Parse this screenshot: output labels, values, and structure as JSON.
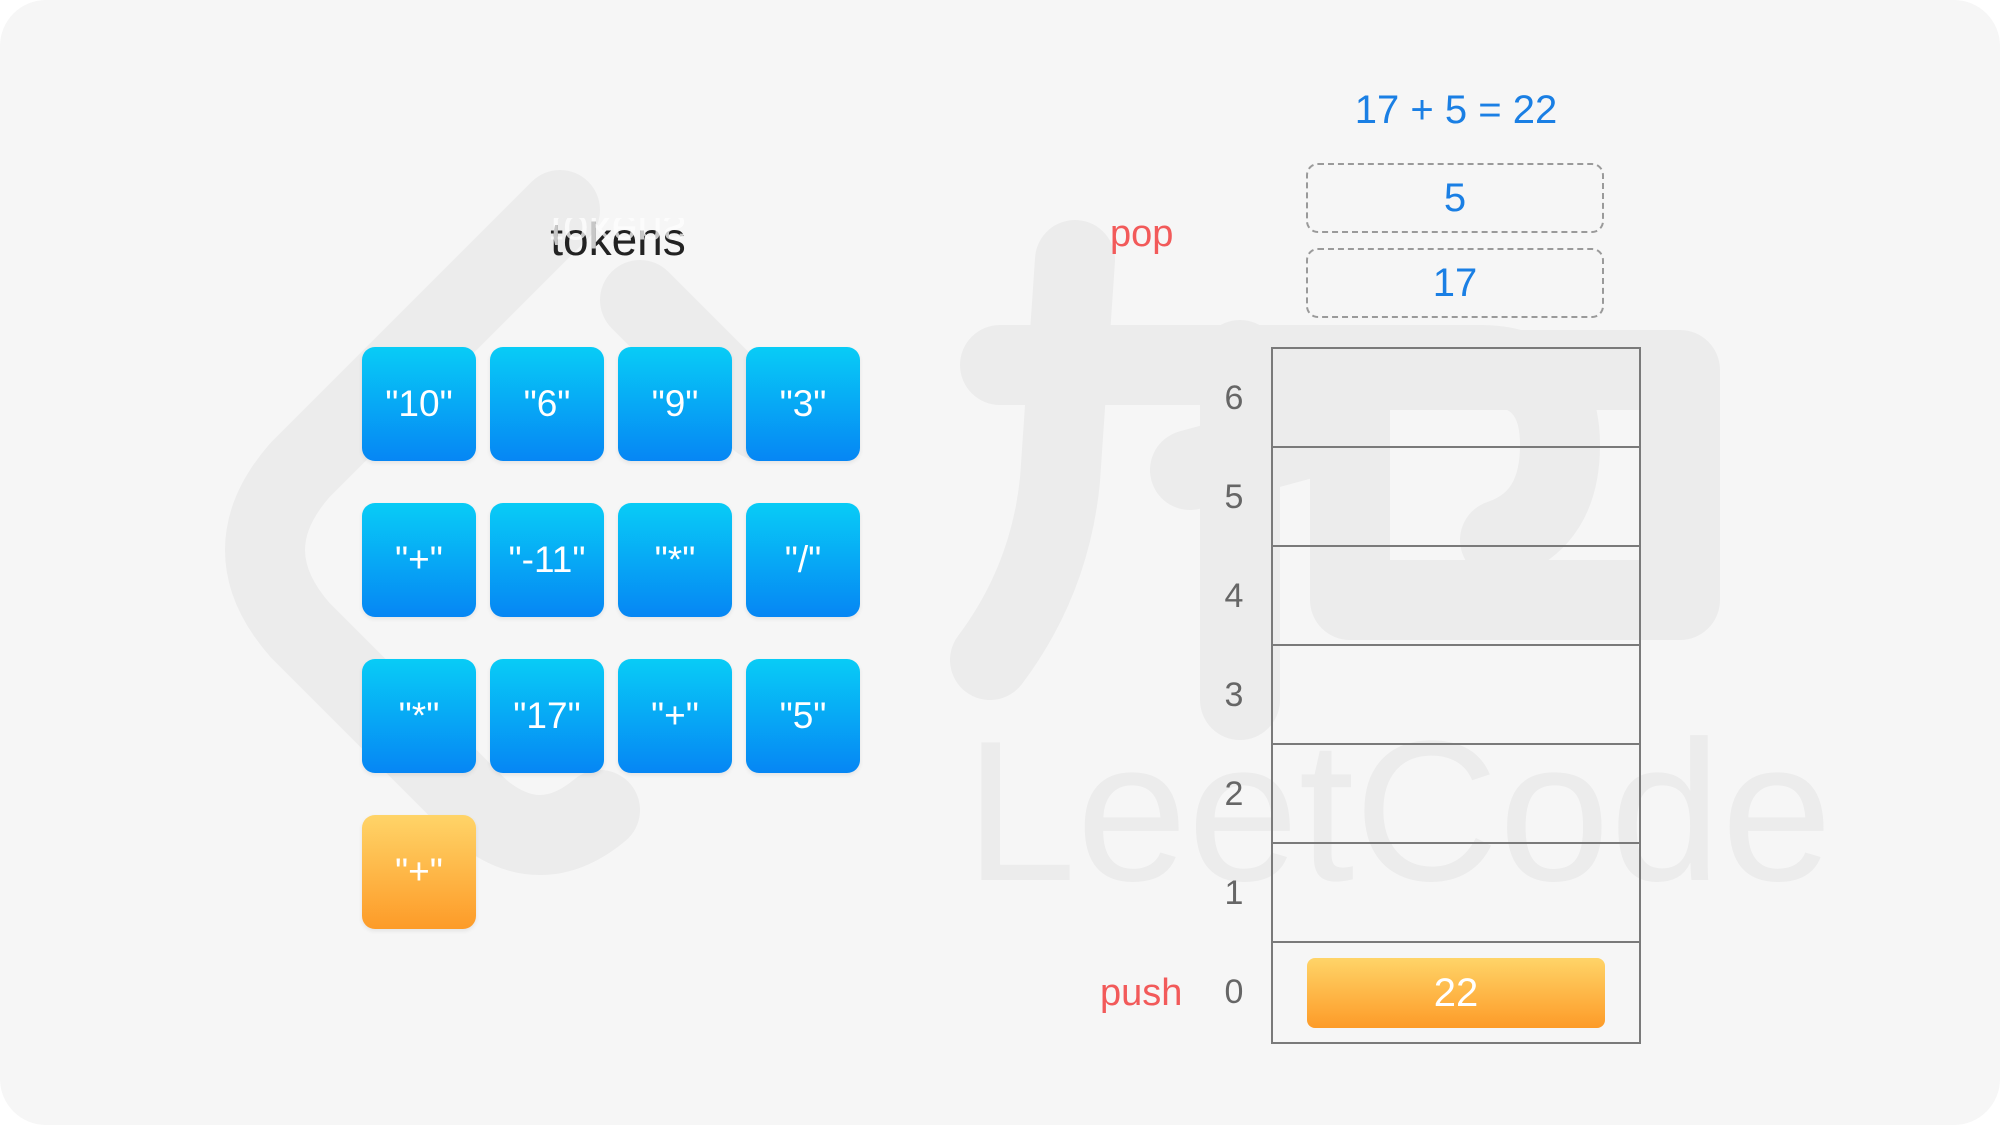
{
  "tokens": {
    "title": "tokens",
    "items": [
      {
        "label": "\"10\"",
        "color": "blue"
      },
      {
        "label": "\"6\"",
        "color": "blue"
      },
      {
        "label": "\"9\"",
        "color": "blue"
      },
      {
        "label": "\"3\"",
        "color": "blue"
      },
      {
        "label": "\"+\"",
        "color": "blue"
      },
      {
        "label": "\"-11\"",
        "color": "blue"
      },
      {
        "label": "\"*\"",
        "color": "blue"
      },
      {
        "label": "\"/\"",
        "color": "blue"
      },
      {
        "label": "\"*\"",
        "color": "blue"
      },
      {
        "label": "\"17\"",
        "color": "blue"
      },
      {
        "label": "\"+\"",
        "color": "blue"
      },
      {
        "label": "\"5\"",
        "color": "blue"
      },
      {
        "label": "\"+\"",
        "color": "orange"
      }
    ]
  },
  "operation": {
    "equation": "17 + 5 = 22",
    "pop_label": "pop",
    "push_label": "push",
    "popped": [
      "5",
      "17"
    ]
  },
  "stack": {
    "indices": [
      "6",
      "5",
      "4",
      "3",
      "2",
      "1",
      "0"
    ],
    "top_value": "22"
  },
  "watermark": {
    "text": "LeetCode",
    "glyph": "力扣"
  },
  "colors": {
    "token_blue_top": "#08ccf6",
    "token_blue_bottom": "#0686f4",
    "token_orange_top": "#ffd468",
    "token_orange_bottom": "#fd9b28",
    "accent_red": "#f25a5a",
    "accent_blue": "#1a7fe4"
  }
}
